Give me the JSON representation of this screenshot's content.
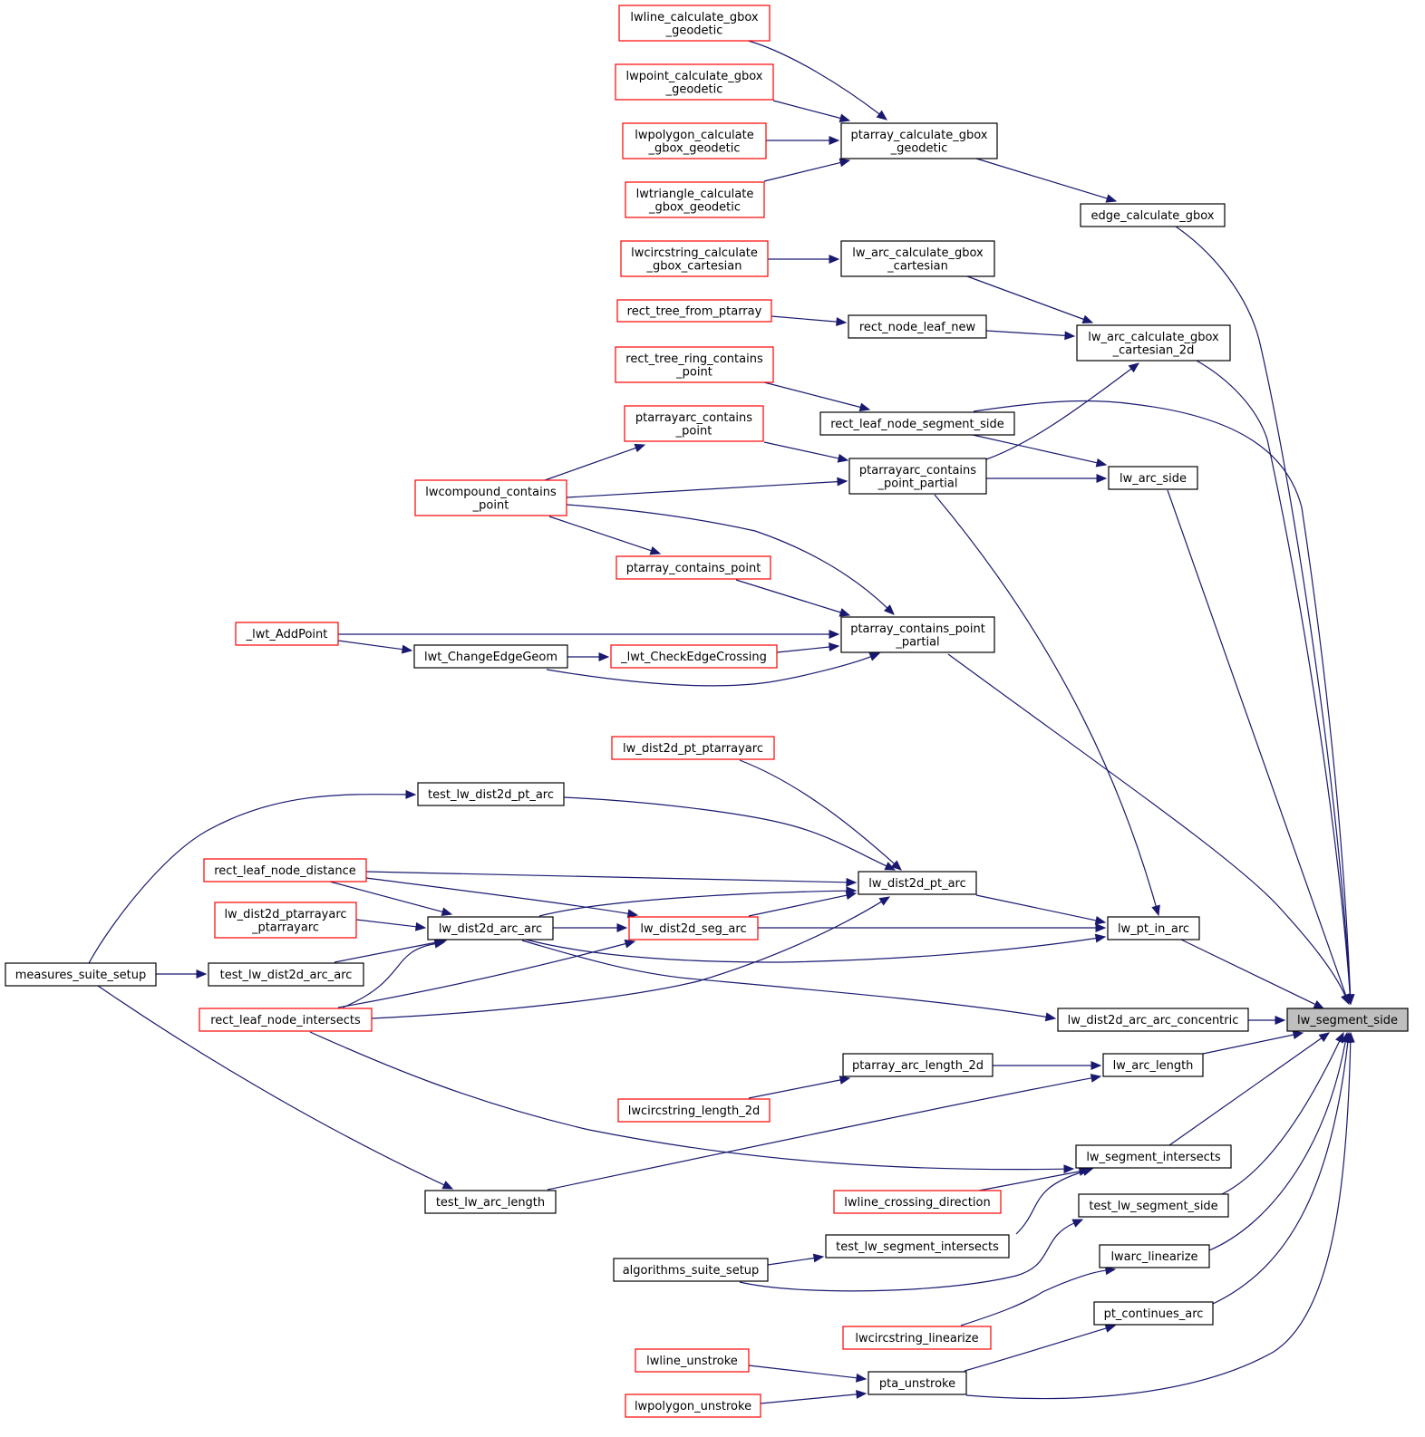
{
  "nodes": {
    "lw_segment_side": {
      "lines": [
        "lw_segment_side"
      ],
      "style": "focus"
    },
    "lwline_calculate_gbox_geodetic": {
      "lines": [
        "lwline_calculate_gbox",
        "_geodetic"
      ],
      "style": "red"
    },
    "lwpoint_calculate_gbox_geodetic": {
      "lines": [
        "lwpoint_calculate_gbox",
        "_geodetic"
      ],
      "style": "red"
    },
    "lwpolygon_calculate_gbox_geodetic": {
      "lines": [
        "lwpolygon_calculate",
        "_gbox_geodetic"
      ],
      "style": "red"
    },
    "lwtriangle_calculate_gbox_geodetic": {
      "lines": [
        "lwtriangle_calculate",
        "_gbox_geodetic"
      ],
      "style": "red"
    },
    "ptarray_calculate_gbox_geodetic": {
      "lines": [
        "ptarray_calculate_gbox",
        "_geodetic"
      ],
      "style": "plain"
    },
    "edge_calculate_gbox": {
      "lines": [
        "edge_calculate_gbox"
      ],
      "style": "plain"
    },
    "lwcircstring_calculate_gbox_cartesian": {
      "lines": [
        "lwcircstring_calculate",
        "_gbox_cartesian"
      ],
      "style": "red"
    },
    "lw_arc_calculate_gbox_cartesian": {
      "lines": [
        "lw_arc_calculate_gbox",
        "_cartesian"
      ],
      "style": "plain"
    },
    "rect_tree_from_ptarray": {
      "lines": [
        "rect_tree_from_ptarray"
      ],
      "style": "red"
    },
    "rect_node_leaf_new": {
      "lines": [
        "rect_node_leaf_new"
      ],
      "style": "plain"
    },
    "lw_arc_calculate_gbox_cartesian_2d": {
      "lines": [
        "lw_arc_calculate_gbox",
        "_cartesian_2d"
      ],
      "style": "plain"
    },
    "rect_tree_ring_contains_point": {
      "lines": [
        "rect_tree_ring_contains",
        "_point"
      ],
      "style": "red"
    },
    "rect_leaf_node_segment_side": {
      "lines": [
        "rect_leaf_node_segment_side"
      ],
      "style": "plain"
    },
    "ptarrayarc_contains_point": {
      "lines": [
        "ptarrayarc_contains",
        "_point"
      ],
      "style": "red"
    },
    "ptarrayarc_contains_point_partial": {
      "lines": [
        "ptarrayarc_contains",
        "_point_partial"
      ],
      "style": "plain"
    },
    "lw_arc_side": {
      "lines": [
        "lw_arc_side"
      ],
      "style": "plain"
    },
    "lwcompound_contains_point": {
      "lines": [
        "lwcompound_contains",
        "_point"
      ],
      "style": "red"
    },
    "ptarray_contains_point": {
      "lines": [
        "ptarray_contains_point"
      ],
      "style": "red"
    },
    "ptarray_contains_point_partial": {
      "lines": [
        "ptarray_contains_point",
        "_partial"
      ],
      "style": "plain"
    },
    "_lwt_AddPoint": {
      "lines": [
        "_lwt_AddPoint"
      ],
      "style": "red"
    },
    "lwt_ChangeEdgeGeom": {
      "lines": [
        "lwt_ChangeEdgeGeom"
      ],
      "style": "plain"
    },
    "_lwt_CheckEdgeCrossing": {
      "lines": [
        "_lwt_CheckEdgeCrossing"
      ],
      "style": "red"
    },
    "lw_dist2d_pt_ptarrayarc": {
      "lines": [
        "lw_dist2d_pt_ptarrayarc"
      ],
      "style": "red"
    },
    "test_lw_dist2d_pt_arc": {
      "lines": [
        "test_lw_dist2d_pt_arc"
      ],
      "style": "plain"
    },
    "rect_leaf_node_distance": {
      "lines": [
        "rect_leaf_node_distance"
      ],
      "style": "red"
    },
    "lw_dist2d_pt_arc": {
      "lines": [
        "lw_dist2d_pt_arc"
      ],
      "style": "plain"
    },
    "lw_dist2d_ptarrayarc_ptarrayarc": {
      "lines": [
        "lw_dist2d_ptarrayarc",
        "_ptarrayarc"
      ],
      "style": "red"
    },
    "lw_dist2d_arc_arc": {
      "lines": [
        "lw_dist2d_arc_arc"
      ],
      "style": "plain"
    },
    "lw_dist2d_seg_arc": {
      "lines": [
        "lw_dist2d_seg_arc"
      ],
      "style": "red"
    },
    "lw_pt_in_arc": {
      "lines": [
        "lw_pt_in_arc"
      ],
      "style": "plain"
    },
    "measures_suite_setup": {
      "lines": [
        "measures_suite_setup"
      ],
      "style": "plain"
    },
    "test_lw_dist2d_arc_arc": {
      "lines": [
        "test_lw_dist2d_arc_arc"
      ],
      "style": "plain"
    },
    "rect_leaf_node_intersects": {
      "lines": [
        "rect_leaf_node_intersects"
      ],
      "style": "red"
    },
    "lw_dist2d_arc_arc_concentric": {
      "lines": [
        "lw_dist2d_arc_arc_concentric"
      ],
      "style": "plain"
    },
    "ptarray_arc_length_2d": {
      "lines": [
        "ptarray_arc_length_2d"
      ],
      "style": "plain"
    },
    "lw_arc_length": {
      "lines": [
        "lw_arc_length"
      ],
      "style": "plain"
    },
    "lwcircstring_length_2d": {
      "lines": [
        "lwcircstring_length_2d"
      ],
      "style": "red"
    },
    "lw_segment_intersects": {
      "lines": [
        "lw_segment_intersects"
      ],
      "style": "plain"
    },
    "lwline_crossing_direction": {
      "lines": [
        "lwline_crossing_direction"
      ],
      "style": "red"
    },
    "test_lw_arc_length": {
      "lines": [
        "test_lw_arc_length"
      ],
      "style": "plain"
    },
    "test_lw_segment_side": {
      "lines": [
        "test_lw_segment_side"
      ],
      "style": "plain"
    },
    "test_lw_segment_intersects": {
      "lines": [
        "test_lw_segment_intersects"
      ],
      "style": "plain"
    },
    "algorithms_suite_setup": {
      "lines": [
        "algorithms_suite_setup"
      ],
      "style": "plain"
    },
    "lwarc_linearize": {
      "lines": [
        "lwarc_linearize"
      ],
      "style": "plain"
    },
    "lwcircstring_linearize": {
      "lines": [
        "lwcircstring_linearize"
      ],
      "style": "red"
    },
    "pt_continues_arc": {
      "lines": [
        "pt_continues_arc"
      ],
      "style": "plain"
    },
    "lwline_unstroke": {
      "lines": [
        "lwline_unstroke"
      ],
      "style": "red"
    },
    "pta_unstroke": {
      "lines": [
        "pta_unstroke"
      ],
      "style": "plain"
    },
    "lwpolygon_unstroke": {
      "lines": [
        "lwpolygon_unstroke"
      ],
      "style": "red"
    }
  },
  "edges": [
    [
      "lwline_calculate_gbox_geodetic",
      "ptarray_calculate_gbox_geodetic"
    ],
    [
      "lwpoint_calculate_gbox_geodetic",
      "ptarray_calculate_gbox_geodetic"
    ],
    [
      "lwpolygon_calculate_gbox_geodetic",
      "ptarray_calculate_gbox_geodetic"
    ],
    [
      "lwtriangle_calculate_gbox_geodetic",
      "ptarray_calculate_gbox_geodetic"
    ],
    [
      "ptarray_calculate_gbox_geodetic",
      "edge_calculate_gbox"
    ],
    [
      "edge_calculate_gbox",
      "lw_segment_side"
    ],
    [
      "lwcircstring_calculate_gbox_cartesian",
      "lw_arc_calculate_gbox_cartesian"
    ],
    [
      "lw_arc_calculate_gbox_cartesian",
      "lw_arc_calculate_gbox_cartesian_2d"
    ],
    [
      "rect_tree_from_ptarray",
      "rect_node_leaf_new"
    ],
    [
      "rect_node_leaf_new",
      "lw_arc_calculate_gbox_cartesian_2d"
    ],
    [
      "lw_arc_calculate_gbox_cartesian_2d",
      "lw_segment_side"
    ],
    [
      "rect_tree_ring_contains_point",
      "rect_leaf_node_segment_side"
    ],
    [
      "rect_leaf_node_segment_side",
      "lw_segment_side"
    ],
    [
      "rect_leaf_node_segment_side",
      "lw_arc_side"
    ],
    [
      "ptarrayarc_contains_point",
      "ptarrayarc_contains_point_partial"
    ],
    [
      "lwcompound_contains_point",
      "ptarrayarc_contains_point"
    ],
    [
      "lwcompound_contains_point",
      "ptarrayarc_contains_point_partial"
    ],
    [
      "ptarrayarc_contains_point_partial",
      "lw_arc_side"
    ],
    [
      "ptarrayarc_contains_point_partial",
      "lw_arc_calculate_gbox_cartesian_2d"
    ],
    [
      "ptarrayarc_contains_point_partial",
      "lw_pt_in_arc"
    ],
    [
      "lw_arc_side",
      "lw_segment_side"
    ],
    [
      "lwcompound_contains_point",
      "ptarray_contains_point"
    ],
    [
      "lwcompound_contains_point",
      "ptarray_contains_point_partial"
    ],
    [
      "ptarray_contains_point",
      "ptarray_contains_point_partial"
    ],
    [
      "_lwt_AddPoint",
      "ptarray_contains_point_partial"
    ],
    [
      "_lwt_AddPoint",
      "lwt_ChangeEdgeGeom"
    ],
    [
      "lwt_ChangeEdgeGeom",
      "_lwt_CheckEdgeCrossing"
    ],
    [
      "lwt_ChangeEdgeGeom",
      "ptarray_contains_point_partial"
    ],
    [
      "_lwt_CheckEdgeCrossing",
      "ptarray_contains_point_partial"
    ],
    [
      "ptarray_contains_point_partial",
      "lw_segment_side"
    ],
    [
      "lw_dist2d_pt_ptarrayarc",
      "lw_dist2d_pt_arc"
    ],
    [
      "test_lw_dist2d_pt_arc",
      "lw_dist2d_pt_arc"
    ],
    [
      "measures_suite_setup",
      "test_lw_dist2d_pt_arc"
    ],
    [
      "rect_leaf_node_distance",
      "lw_dist2d_pt_arc"
    ],
    [
      "rect_leaf_node_distance",
      "lw_dist2d_arc_arc"
    ],
    [
      "rect_leaf_node_distance",
      "lw_dist2d_seg_arc"
    ],
    [
      "lw_dist2d_ptarrayarc_ptarrayarc",
      "lw_dist2d_arc_arc"
    ],
    [
      "lw_dist2d_arc_arc",
      "lw_dist2d_seg_arc"
    ],
    [
      "lw_dist2d_arc_arc",
      "lw_dist2d_pt_arc"
    ],
    [
      "lw_dist2d_arc_arc",
      "lw_pt_in_arc"
    ],
    [
      "lw_dist2d_arc_arc",
      "lw_dist2d_arc_arc_concentric"
    ],
    [
      "lw_dist2d_seg_arc",
      "lw_dist2d_pt_arc"
    ],
    [
      "lw_dist2d_seg_arc",
      "lw_pt_in_arc"
    ],
    [
      "lw_dist2d_pt_arc",
      "lw_pt_in_arc"
    ],
    [
      "lw_pt_in_arc",
      "lw_segment_side"
    ],
    [
      "measures_suite_setup",
      "test_lw_dist2d_arc_arc"
    ],
    [
      "test_lw_dist2d_arc_arc",
      "lw_dist2d_arc_arc"
    ],
    [
      "rect_leaf_node_intersects",
      "lw_dist2d_arc_arc"
    ],
    [
      "rect_leaf_node_intersects",
      "lw_dist2d_seg_arc"
    ],
    [
      "rect_leaf_node_intersects",
      "lw_dist2d_pt_arc"
    ],
    [
      "rect_leaf_node_intersects",
      "lw_segment_intersects"
    ],
    [
      "lw_dist2d_arc_arc_concentric",
      "lw_segment_side"
    ],
    [
      "ptarray_arc_length_2d",
      "lw_arc_length"
    ],
    [
      "lwcircstring_length_2d",
      "ptarray_arc_length_2d"
    ],
    [
      "lw_arc_length",
      "lw_segment_side"
    ],
    [
      "measures_suite_setup",
      "test_lw_arc_length"
    ],
    [
      "test_lw_arc_length",
      "lw_arc_length"
    ],
    [
      "lw_segment_intersects",
      "lw_segment_side"
    ],
    [
      "lwline_crossing_direction",
      "lw_segment_intersects"
    ],
    [
      "test_lw_segment_intersects",
      "lw_segment_intersects"
    ],
    [
      "algorithms_suite_setup",
      "test_lw_segment_intersects"
    ],
    [
      "algorithms_suite_setup",
      "test_lw_segment_side"
    ],
    [
      "test_lw_segment_side",
      "lw_segment_side"
    ],
    [
      "lwcircstring_linearize",
      "lwarc_linearize"
    ],
    [
      "lwarc_linearize",
      "lw_segment_side"
    ],
    [
      "pta_unstroke",
      "pt_continues_arc"
    ],
    [
      "pt_continues_arc",
      "lw_segment_side"
    ],
    [
      "lwline_unstroke",
      "pta_unstroke"
    ],
    [
      "lwpolygon_unstroke",
      "pta_unstroke"
    ],
    [
      "pta_unstroke",
      "lw_segment_side"
    ]
  ]
}
